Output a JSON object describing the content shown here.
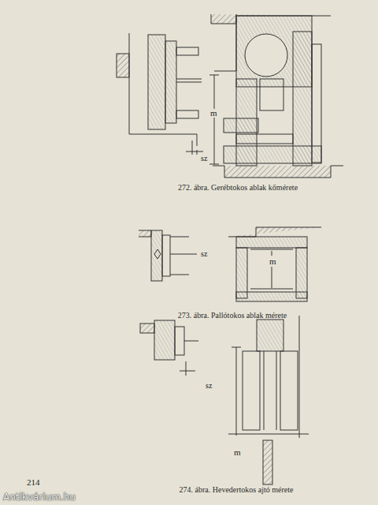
{
  "diagram": {
    "labels": [
      "m",
      "sz",
      "272. ábra. Gerébtokos ablak kőmérete",
      "sz",
      "m",
      "273. ábra. Pallótokos ablak mérete",
      "sz",
      "m",
      "274. ábra. Hevedertokos ajtó mérete",
      "214",
      "Antikvárium.hu"
    ]
  }
}
